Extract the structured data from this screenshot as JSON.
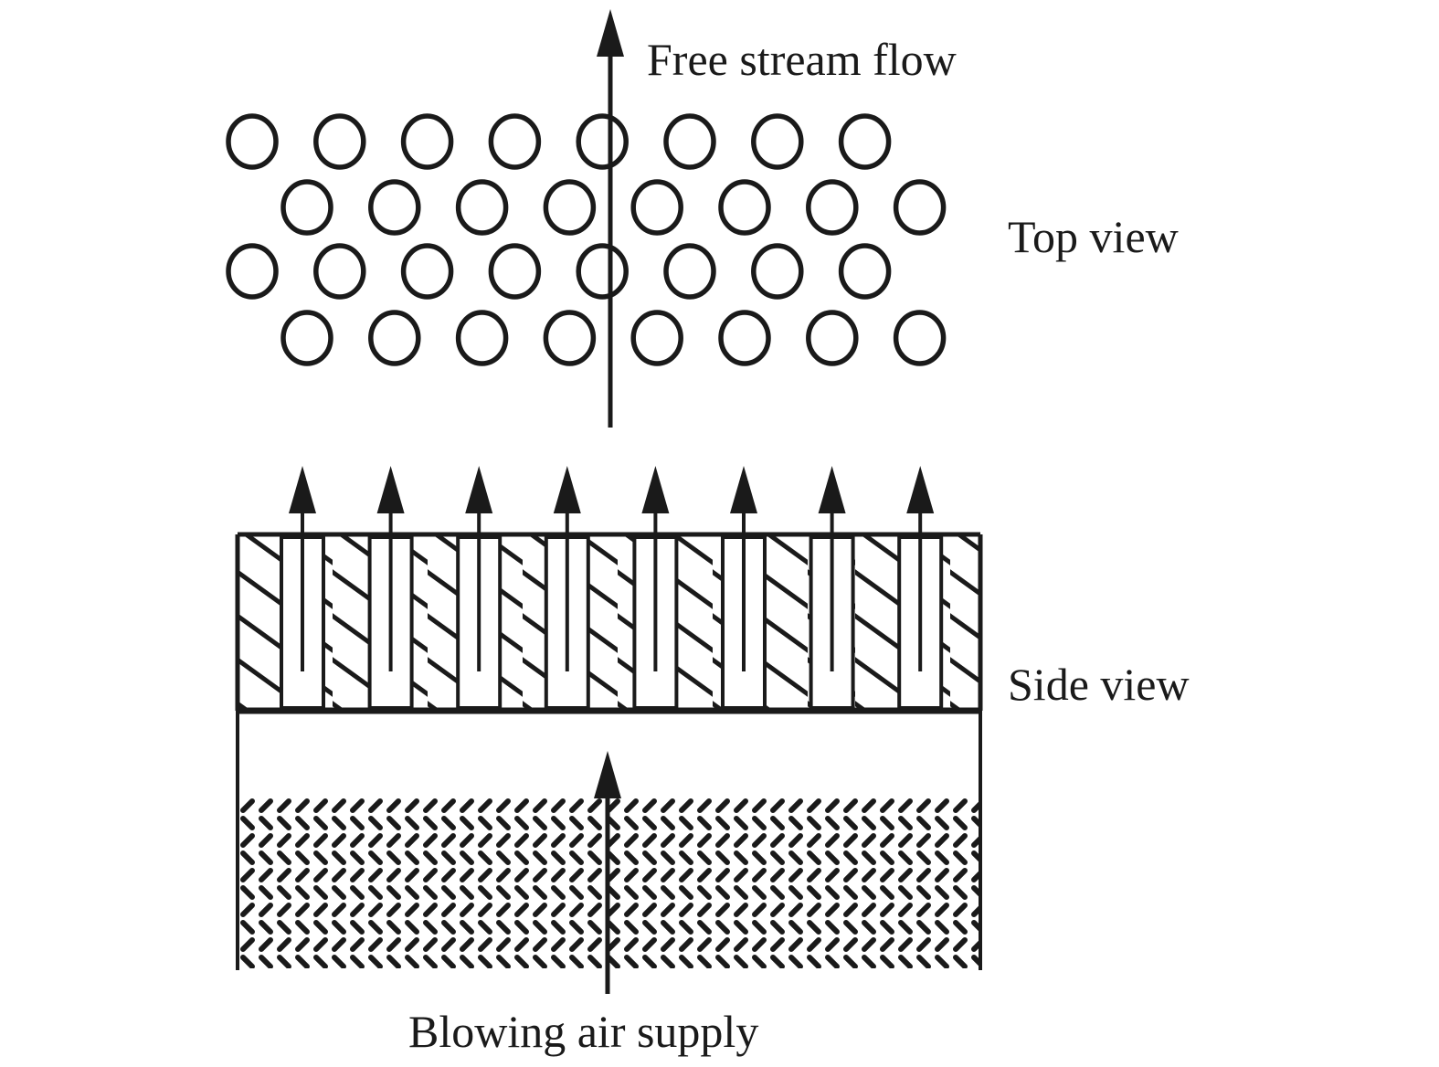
{
  "figure": {
    "type": "schematic",
    "subject": "Transpiration / effusion cooling through a porous plate with blowing holes",
    "colors": {
      "ink": "#1a1a1a",
      "background": "#ffffff"
    }
  },
  "labels": {
    "free_stream": "Free stream flow",
    "top_view": "Top view",
    "side_view": "Side view",
    "blowing_air": "Blowing air supply"
  },
  "top_view": {
    "rows": 4,
    "holes_per_row": 8,
    "arrangement": "staggered"
  },
  "side_view": {
    "channels": 8,
    "solid_blocks": 9,
    "outflow_arrows": 8,
    "hatch": "diagonal",
    "plenum_fill": "herringbone porous"
  }
}
